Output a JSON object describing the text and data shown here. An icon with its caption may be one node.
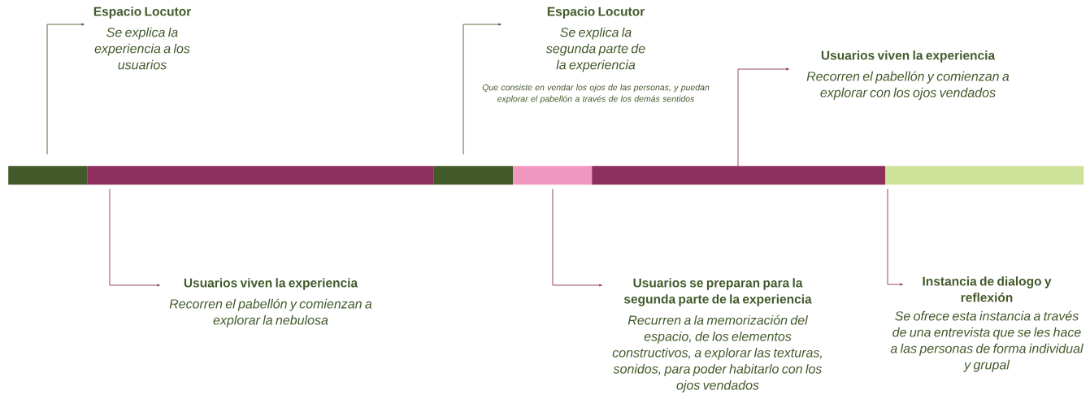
{
  "diagram": {
    "nodes": [
      {
        "text": [
          "Espacio Locutor",
          "Se explica la experiencia a los usuarios"
        ]
      },
      {
        "text": [
          "Espacio Locutor",
          "Se explica la segunda parte de la experiencia",
          "Que consiste en vendar los ojos de las personas, y puedan explorar el pabellón a través de los demás sentidos"
        ]
      },
      {
        "text": [
          "Usuarios viven la experiencia",
          "Recorren el pabellón y comienzan a explorar con los ojos vendados"
        ]
      },
      {
        "text": [],
        "shape": "bar"
      },
      {
        "text": [],
        "shape": "bar"
      },
      {
        "text": [],
        "shape": "bar"
      },
      {
        "text": [],
        "shape": "bar"
      },
      {
        "text": [],
        "shape": "bar"
      },
      {
        "text": [],
        "shape": "bar"
      },
      {
        "text": [
          "Usuarios viven la experiencia",
          "Recorren el pabellón y comienzan a explorar la nebulosa"
        ]
      },
      {
        "text": [
          "Usuarios se preparan para la segunda parte de la experiencia",
          "Recurren a la memorización del espacio, de los elementos constructivos, a explorar las texturas, sonidos, para poder habitarlo con los ojos vendados"
        ]
      },
      {
        "text": [
          "Instancia de dialogo y reflexión",
          "Se ofrece esta instancia a través de una entrevista que se les hace a las personas de forma individual y grupal"
        ]
      }
    ],
    "edges": [
      {
        "from": 3,
        "to": 0,
        "arrow": "to",
        "color": "#435a2b"
      },
      {
        "from": 4,
        "to": 9,
        "arrow": "to"
      },
      {
        "from": 5,
        "to": 1,
        "arrow": "to",
        "color": "#435a2b"
      },
      {
        "from": 6,
        "to": 10,
        "arrow": "to"
      },
      {
        "from": 7,
        "to": 2,
        "arrow": "to"
      },
      {
        "from": 8,
        "to": 11,
        "arrow": "to"
      }
    ]
  }
}
